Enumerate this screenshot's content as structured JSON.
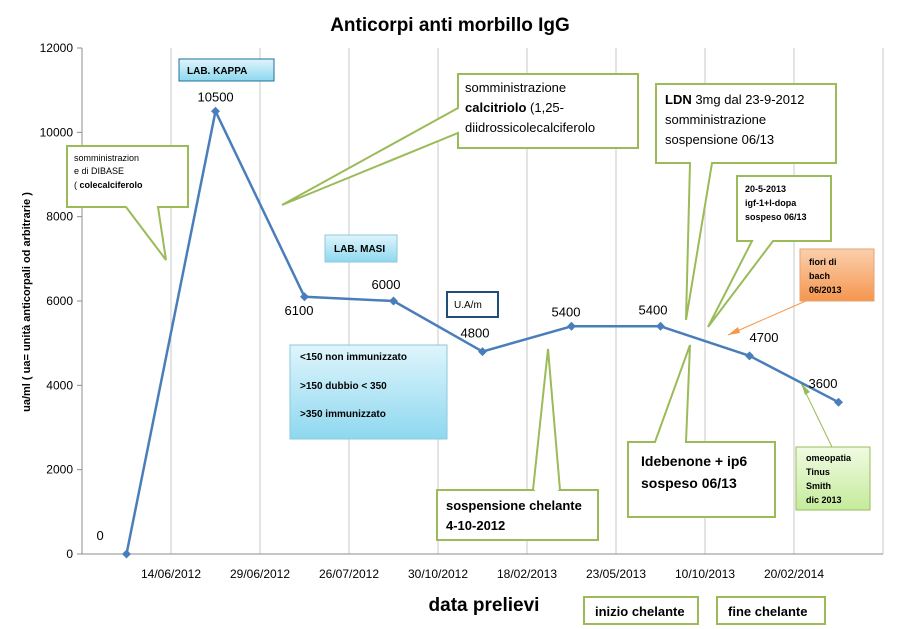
{
  "chart_data": {
    "type": "line",
    "title": "Anticorpi anti morbillo IgG",
    "xlabel": "data prelievi",
    "ylabel": "ua/ml ( ua= unità anticorpali od arbitrarie )",
    "categories": [
      "",
      "14/06/2012",
      "29/06/2012",
      "26/07/2012",
      "30/10/2012",
      "18/02/2013",
      "23/05/2013",
      "10/10/2013",
      "20/02/2014"
    ],
    "values": [
      0,
      10500,
      6100,
      6000,
      4800,
      5400,
      5400,
      4700,
      3600
    ],
    "data_labels": [
      "0",
      "10500",
      "6100",
      "6000",
      "4800",
      "5400",
      "5400",
      "4700",
      "3600"
    ],
    "ylim": [
      0,
      12000
    ],
    "yticks": [
      "0",
      "2000",
      "4000",
      "6000",
      "8000",
      "10000",
      "12000"
    ],
    "grid": "vertical",
    "line_color": "#4a7ebb"
  },
  "annotations": {
    "dibase": {
      "line1": "somministrazion",
      "line2": "e di DIBASE",
      "line3": "( ",
      "line3_bold": "colecalciferolo"
    },
    "lab_kappa": "LAB. KAPPA",
    "lab_masi": "LAB. MASI",
    "unit_box": "U.A/m",
    "calcitriolo": {
      "line1": "somministrazione",
      "line2_bold": "calcitriolo",
      "line2_rest": " (1,25-",
      "line3": "diidrossicolecalciferolo"
    },
    "ldn": {
      "bold": "LDN",
      "line1_rest": " 3mg dal 23-9-2012",
      "line2": "somministrazione",
      "line3": "sospensione 06/13"
    },
    "igf": {
      "line1": "20-5-2013",
      "line2": "igf-1+l-dopa",
      "line3": "sospeso 06/13"
    },
    "fiori": {
      "line1": "fiori di",
      "line2": "bach",
      "line3": "06/2013"
    },
    "legend_box": {
      "line1": "<150 non immunizzato",
      "line2": ">150 dubbio < 350",
      "line3": ">350 immunizzato"
    },
    "chelante_stop": {
      "line1": "sospensione chelante",
      "line2": "4-10-2012"
    },
    "idebenone": {
      "line1": "Idebenone + ip6",
      "line2": "sospeso  06/13"
    },
    "omeopatia": {
      "line1": "omeopatia",
      "line2": "Tinus",
      "line3": "Smith",
      "line4": "dic 2013"
    },
    "inizio_chelante": "inizio chelante",
    "fine_chelante": "fine chelante"
  },
  "colors": {
    "green_border": "#9bbb59",
    "cyan_fill": "#b7e7f5",
    "orange_fill": "#f79646",
    "lightgreen_fill": "#d8f0b8",
    "navy_border": "#1f4e79"
  }
}
